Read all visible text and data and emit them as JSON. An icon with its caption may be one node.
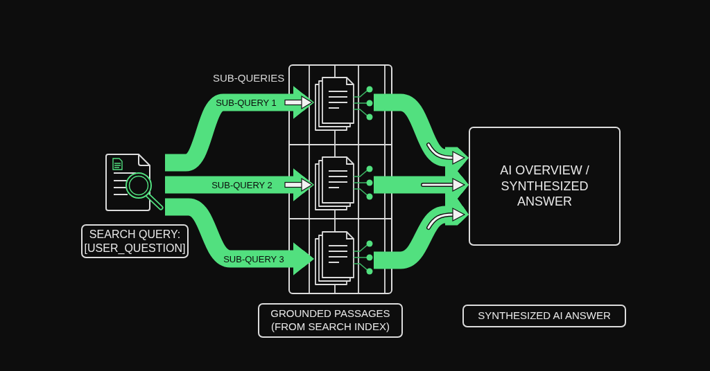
{
  "diagram": {
    "nodes": [
      {
        "text": [],
        "shape": "picture"
      },
      {
        "text": [
          "SEARCH QUERY: [USER_QUESTION]"
        ]
      },
      {
        "text": [],
        "shape": "box"
      },
      {
        "text": [],
        "shape": "picture",
        "in": 2
      },
      {
        "text": [],
        "shape": "picture",
        "in": 2
      },
      {
        "text": [],
        "shape": "picture",
        "in": 2
      },
      {
        "text": [
          "GROUNDED PASSAGES (FROM SEARCH INDEX)"
        ]
      },
      {
        "text": [
          "AI OVERVIEW / SYNTHESIZED ANSWER"
        ]
      },
      {
        "text": [
          "SYNTHESIZED AI ANSWER"
        ]
      }
    ],
    "edges": [
      {
        "from": 0,
        "to": 3,
        "arrow": "to",
        "label": "SUB-QUERY 1"
      },
      {
        "from": 0,
        "to": 4,
        "arrow": "to",
        "label": "SUB-QUERY 2"
      },
      {
        "from": 0,
        "to": 5,
        "arrow": "to",
        "label": "SUB-QUERY 3"
      },
      {
        "from": 3,
        "to": 7,
        "arrow": "to"
      },
      {
        "from": 4,
        "to": 7,
        "arrow": "to"
      },
      {
        "from": 5,
        "to": 7,
        "arrow": "to"
      }
    ],
    "labels": [
      "SUB-QUERIES"
    ]
  }
}
